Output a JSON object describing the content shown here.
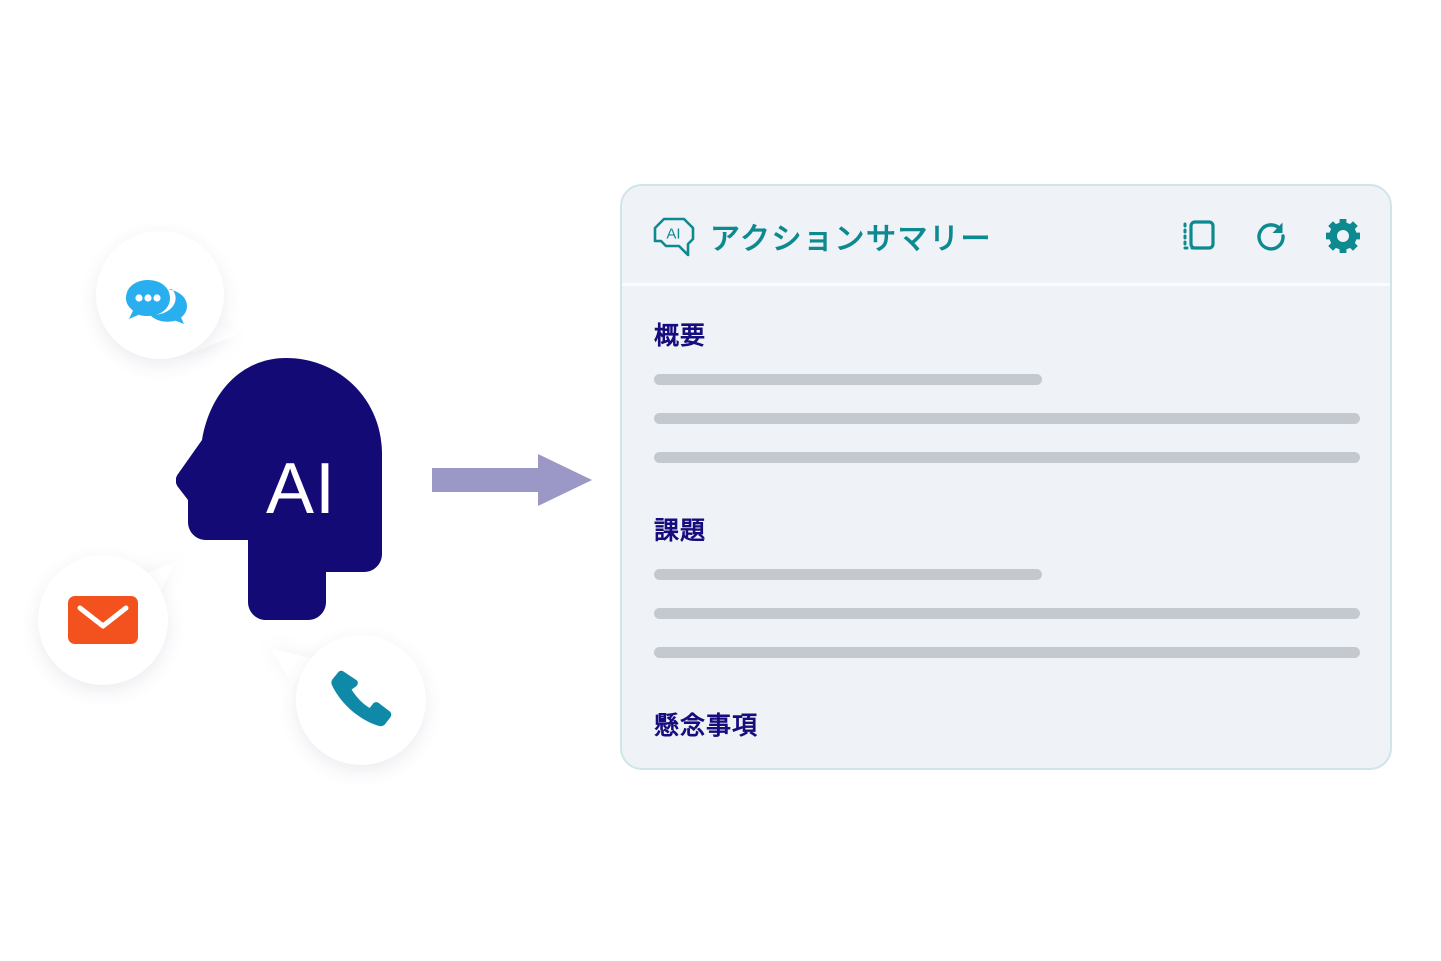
{
  "illustration": {
    "ai_head_label": "AI",
    "channel_icons": [
      {
        "name": "chat-icon",
        "label": "chat",
        "color": "#29AEEF"
      },
      {
        "name": "mail-icon",
        "label": "mail",
        "color": "#F3511E"
      },
      {
        "name": "phone-icon",
        "label": "phone",
        "color": "#0F89A8"
      }
    ],
    "arrow": {
      "name": "right-arrow-icon",
      "color": "#9B98C8"
    }
  },
  "card": {
    "header": {
      "badge_icon": "ai-speech-bubble-icon",
      "badge_text": "AI",
      "title": "アクションサマリー",
      "title_color": "#0D8A8F",
      "actions": [
        {
          "name": "copy-icon",
          "label": "コピー"
        },
        {
          "name": "refresh-icon",
          "label": "再生成"
        },
        {
          "name": "settings-icon",
          "label": "設定"
        }
      ]
    },
    "sections": [
      {
        "heading": "概要",
        "lines": [
          {
            "width": "55%"
          },
          {
            "width": "100%"
          },
          {
            "width": "100%"
          }
        ]
      },
      {
        "heading": "課題",
        "lines": [
          {
            "width": "55%"
          },
          {
            "width": "100%"
          },
          {
            "width": "100%"
          }
        ]
      },
      {
        "heading": "懸念事項",
        "lines": []
      }
    ]
  },
  "colors": {
    "card_background": "#EFF2F7",
    "card_border": "#CFE5EA",
    "heading_navy": "#160C7E",
    "accent_teal": "#0D8A8F",
    "skeleton_gray": "#C4C9CF",
    "head_navy": "#140A76"
  }
}
